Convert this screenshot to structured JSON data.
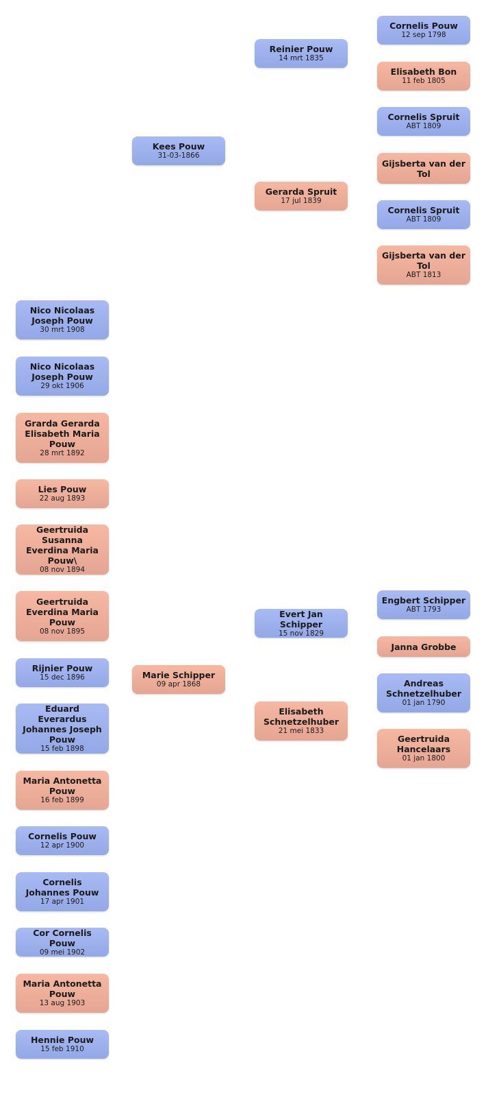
{
  "people": {
    "kees": {
      "name": "Kees Pouw",
      "date": "31-03-1866",
      "gender": "male"
    },
    "reinier": {
      "name": "Reinier Pouw",
      "date": "14 mrt 1835",
      "gender": "male"
    },
    "gerarda": {
      "name": "Gerarda Spruit",
      "date": "17 jul 1839",
      "gender": "female"
    },
    "cornelis_pouw": {
      "name": "Cornelis Pouw",
      "date": "12 sep 1798",
      "gender": "male"
    },
    "elisabeth_bon": {
      "name": "Elisabeth Bon",
      "date": "11 feb 1805",
      "gender": "female"
    },
    "cornelis_spruit_1": {
      "name": "Cornelis Spruit",
      "date": "ABT 1809",
      "gender": "male"
    },
    "gijsberta_1": {
      "name": "Gijsberta van der Tol",
      "date": "",
      "gender": "female"
    },
    "cornelis_spruit_2": {
      "name": "Cornelis Spruit",
      "date": "ABT 1809",
      "gender": "male"
    },
    "gijsberta_2": {
      "name": "Gijsberta van der Tol",
      "date": "ABT 1813",
      "gender": "female"
    },
    "marie": {
      "name": "Marie Schipper",
      "date": "09 apr 1868",
      "gender": "female"
    },
    "evert": {
      "name": "Evert Jan Schipper",
      "date": "15 nov 1829",
      "gender": "male"
    },
    "elisabeth_s": {
      "name": "Elisabeth Schnetzelhuber",
      "date": "21 mei 1833",
      "gender": "female"
    },
    "engbert": {
      "name": "Engbert Schipper",
      "date": "ABT 1793",
      "gender": "male"
    },
    "janna": {
      "name": "Janna Grobbe",
      "date": "",
      "gender": "female"
    },
    "andreas": {
      "name": "Andreas Schnetzelhuber",
      "date": "01 jan 1790",
      "gender": "male"
    },
    "geertruida_h": {
      "name": "Geertruida Hancelaars",
      "date": "01 jan 1800",
      "gender": "female"
    }
  },
  "children": [
    {
      "name": "Nico Nicolaas Joseph Pouw",
      "date": "30 mrt 1908",
      "gender": "male"
    },
    {
      "name": "Nico Nicolaas Joseph Pouw",
      "date": "29 okt 1906",
      "gender": "male"
    },
    {
      "name": "Grarda Gerarda Elisabeth Maria Pouw",
      "date": "28 mrt 1892",
      "gender": "female"
    },
    {
      "name": "Lies Pouw",
      "date": "22 aug 1893",
      "gender": "female"
    },
    {
      "name": "Geertruida Susanna Everdina Maria Pouw\\",
      "date": "08 nov 1894",
      "gender": "female"
    },
    {
      "name": "Geertruida Everdina Maria Pouw",
      "date": "08 nov 1895",
      "gender": "female"
    },
    {
      "name": "Rijnier Pouw",
      "date": "15 dec 1896",
      "gender": "male"
    },
    {
      "name": "Eduard Everardus Johannes Joseph Pouw",
      "date": "15 feb 1898",
      "gender": "male"
    },
    {
      "name": "Maria Antonetta Pouw",
      "date": "16 feb 1899",
      "gender": "female"
    },
    {
      "name": "Cornelis Pouw",
      "date": "12 apr 1900",
      "gender": "male"
    },
    {
      "name": "Cornelis Johannes Pouw",
      "date": "17 apr 1901",
      "gender": "male"
    },
    {
      "name": "Cor Cornelis Pouw",
      "date": "09 mei 1902",
      "gender": "male"
    },
    {
      "name": "Maria Antonetta Pouw",
      "date": "13 aug 1903",
      "gender": "female"
    },
    {
      "name": "Hennie Pouw",
      "date": "15 feb 1910",
      "gender": "male"
    }
  ]
}
